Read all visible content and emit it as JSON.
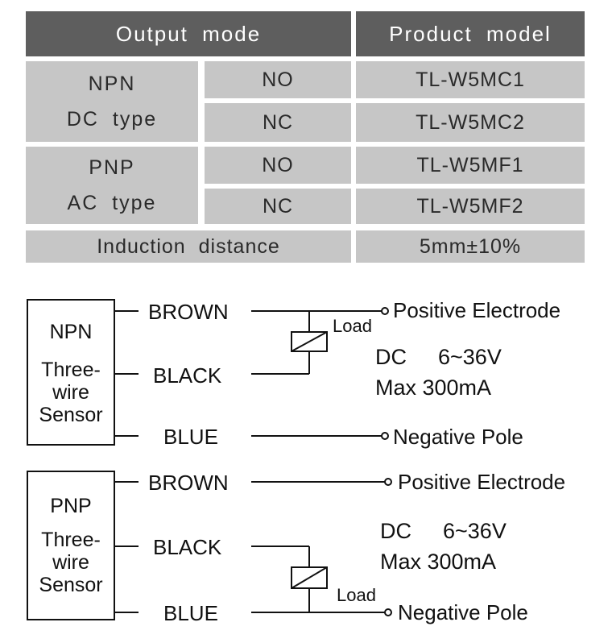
{
  "table": {
    "header": {
      "mode": "Output mode",
      "model": "Product model"
    },
    "groups": [
      {
        "line1": "NPN",
        "line2": "DC type",
        "rows": [
          {
            "state": "NO",
            "model": "TL-W5MC1"
          },
          {
            "state": "NC",
            "model": "TL-W5MC2"
          }
        ]
      },
      {
        "line1": "PNP",
        "line2": "AC type",
        "rows": [
          {
            "state": "NO",
            "model": "TL-W5MF1"
          },
          {
            "state": "NC",
            "model": "TL-W5MF2"
          }
        ]
      }
    ],
    "footer": {
      "label": "Induction distance",
      "value": "5mm±10%"
    }
  },
  "circuits": [
    {
      "sensor": {
        "line1": "NPN",
        "line2": "Three-",
        "line3": "wire",
        "line4": "Sensor"
      },
      "wires": {
        "brown": "BROWN",
        "black": "BLACK",
        "blue": "BLUE"
      },
      "load_label": "Load",
      "positive": "Positive Electrode",
      "negative": "Negative Pole",
      "supply": {
        "voltage_prefix": "DC",
        "voltage": "6~36V",
        "current": "Max 300mA"
      }
    },
    {
      "sensor": {
        "line1": "PNP",
        "line2": "Three-",
        "line3": "wire",
        "line4": "Sensor"
      },
      "wires": {
        "brown": "BROWN",
        "black": "BLACK",
        "blue": "BLUE"
      },
      "load_label": "Load",
      "positive": "Positive Electrode",
      "negative": "Negative Pole",
      "supply": {
        "voltage_prefix": "DC",
        "voltage": "6~36V",
        "current": "Max 300mA"
      }
    }
  ]
}
